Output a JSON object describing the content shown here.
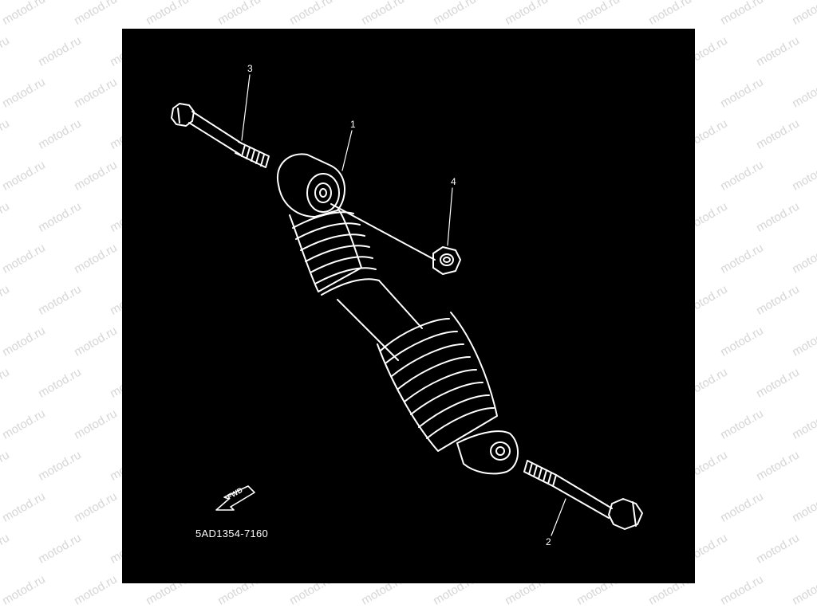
{
  "watermark": {
    "text": "motod.ru"
  },
  "diagram": {
    "background_color": "#000000",
    "line_color": "#ffffff",
    "part_code": "5AD1354-7160",
    "direction_arrow_label": "FWD",
    "callouts": [
      {
        "number": "1",
        "part": "shock-absorber"
      },
      {
        "number": "2",
        "part": "lower-bolt"
      },
      {
        "number": "3",
        "part": "upper-bolt"
      },
      {
        "number": "4",
        "part": "nut"
      }
    ]
  }
}
